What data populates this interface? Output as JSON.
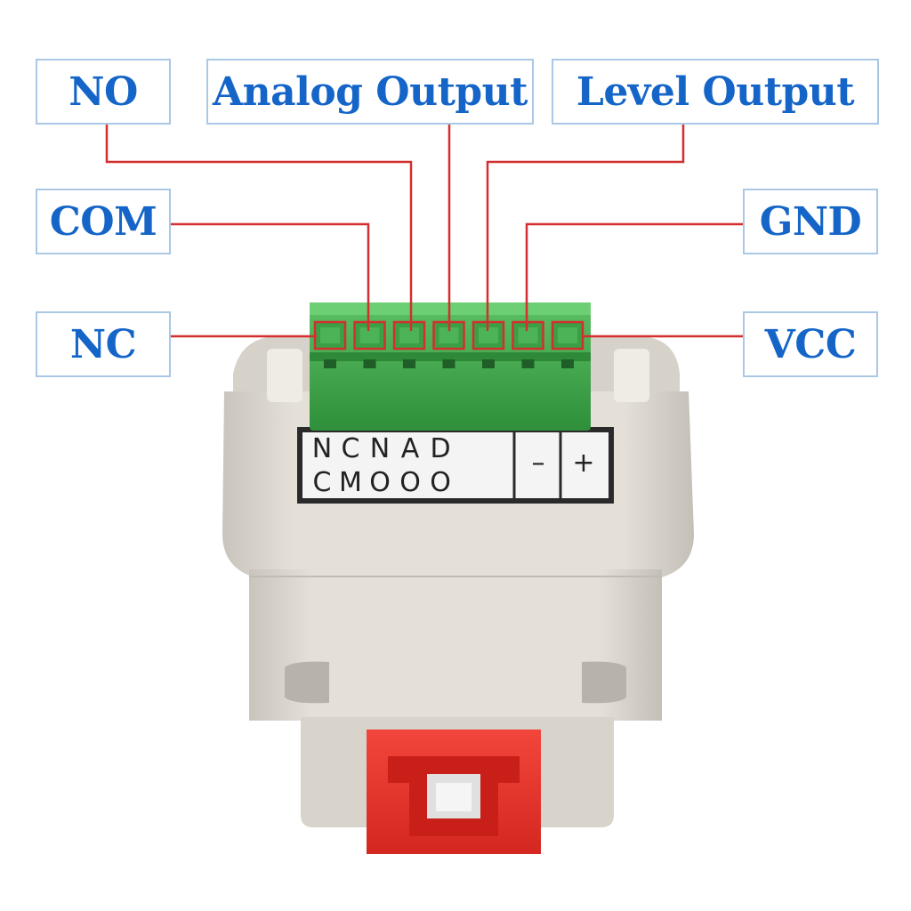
{
  "labels": {
    "no": "NO",
    "analog_output": "Analog Output",
    "level_output": "Level Output",
    "com": "COM",
    "gnd": "GND",
    "nc": "NC",
    "vcc": "VCC"
  },
  "terminal_sticker": {
    "top_row": [
      "N",
      "C",
      "N",
      "A",
      "D",
      "–",
      "+"
    ],
    "bottom_row": [
      "C",
      "M",
      "O",
      "O",
      "O",
      "",
      ""
    ]
  },
  "colors": {
    "label_text": "#1565c8",
    "label_border": "#aac8e6",
    "leader_line": "#d32f2f",
    "terminal_block": "#3aa846",
    "housing": "#ddd9d0",
    "din_clip": "#e8302a"
  }
}
